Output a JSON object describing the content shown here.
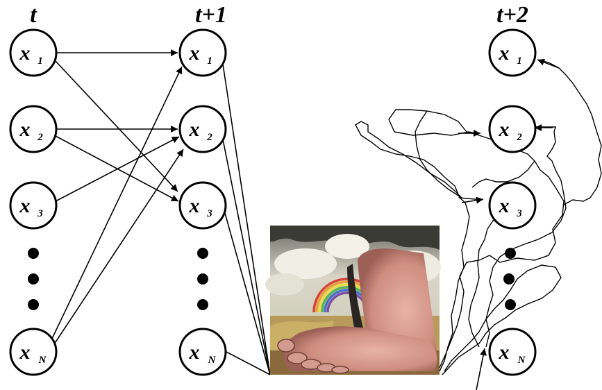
{
  "columns": [
    {
      "label": "t"
    },
    {
      "label": "t+1"
    },
    {
      "label": "t+2"
    }
  ],
  "variable": "x",
  "subscripts": [
    "1",
    "2",
    "3",
    "N"
  ],
  "colors": {
    "ink": "#000000",
    "node_fill": "#ffffff"
  },
  "image": {
    "subject": "giant foot with rainbow and clouds"
  }
}
